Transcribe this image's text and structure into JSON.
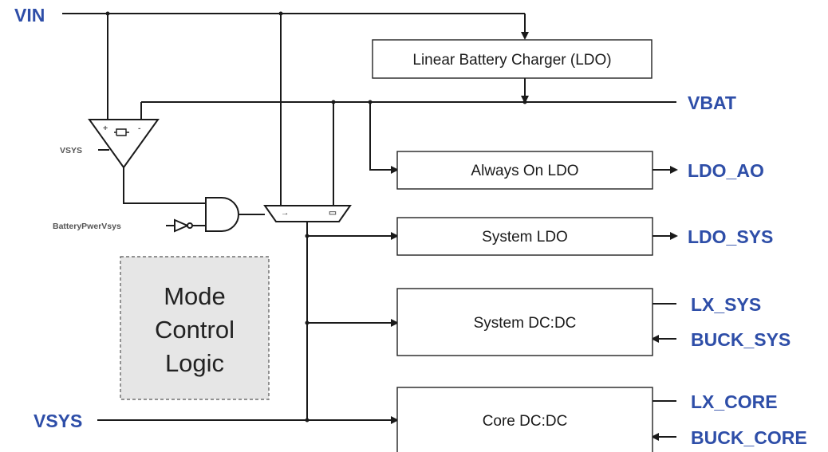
{
  "pins": {
    "vin": "VIN",
    "vbat": "VBAT",
    "ldo_ao": "LDO_AO",
    "ldo_sys": "LDO_SYS",
    "lx_sys": "LX_SYS",
    "buck_sys": "BUCK_SYS",
    "vsys": "VSYS",
    "lx_core": "LX_CORE",
    "buck_core": "BUCK_CORE"
  },
  "blocks": {
    "charger": "Linear Battery Charger (LDO)",
    "always_on": "Always On LDO",
    "system_ldo": "System LDO",
    "system_dcdc": "System DC:DC",
    "core_dcdc": "Core DC:DC"
  },
  "mode_control": {
    "line1": "Mode",
    "line2": "Control",
    "line3": "Logic"
  },
  "labels": {
    "comparator_vsys": "VSYS",
    "battery_pwr_vsys": "BatteryPwerVsys",
    "comp_plus": "+",
    "comp_minus": "-",
    "mux_a": "→",
    "mux_b": "▭"
  },
  "colors": {
    "pin_text": "#2e4ea8",
    "mode_fill": "#e6e6e6"
  }
}
